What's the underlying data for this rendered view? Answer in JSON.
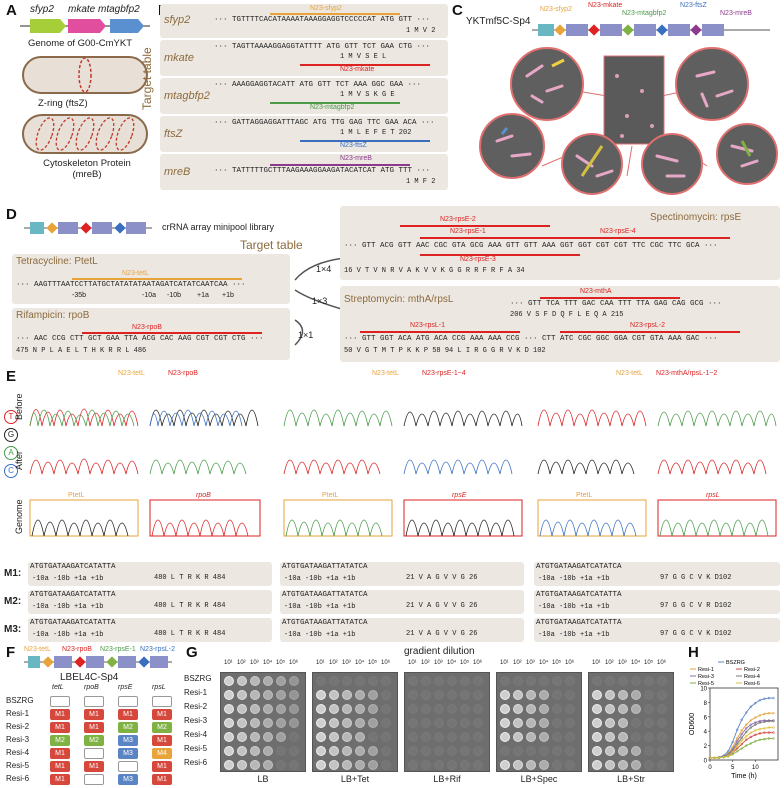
{
  "panels": {
    "A": "A",
    "B": "B",
    "C": "C",
    "D": "D",
    "E": "E",
    "F": "F",
    "G": "G",
    "H": "H"
  },
  "A": {
    "genes": [
      "sfyp2",
      "mkate",
      "mtagbfp2"
    ],
    "genome_label": "Genome of G00-CmYKT",
    "zring": "Z-ring (ftsZ)",
    "cyto": "Cytoskeleton Protein (mreB)",
    "colors": {
      "sfyp2": "#a6ce39",
      "mkate": "#e14e9d",
      "mtagbfp2": "#5a8fd0"
    }
  },
  "B": {
    "side": "Target table",
    "rows": [
      {
        "gene": "sfyp2",
        "guide": "N23-sfyp2",
        "seq": "··· TGTTTTCACATAAAATAAAGGAGGTCCCCCAT ATG GTT ···",
        "aa": "1 M  V 2"
      },
      {
        "gene": "mkate",
        "guide": "N23-mkate",
        "seq": "··· TAGTTAAAAGGAGGTATTTT ATG GTT TCT GAA CTG ···",
        "aa": "1 M  V  S  E  L"
      },
      {
        "gene": "mtagbfp2",
        "guide": "N23-mtagbfp2",
        "seq": "··· AAAGGAGGTACATT ATG GTT TCT AAA GGC GAA ···",
        "aa": "1 M  V  S  K  G  E"
      },
      {
        "gene": "ftsZ",
        "guide": "N23-ftsZ",
        "seq": "··· GATTAGGAGGATTTAGC ATG TTG GAG TTC GAA ACA ···",
        "aa": "1 M  L  E  F  E  T 202"
      },
      {
        "gene": "mreB",
        "guide": "N23-mreB",
        "seq": "··· TATTTTTGCTTTAAGAAAGGAAGATACATCAT ATG TTT ···",
        "aa": "1 M  F 2"
      }
    ]
  },
  "C": {
    "title": "YKTmf5C-Sp4",
    "guides": [
      "N23-sfyp2",
      "N23-mkate",
      "N23-mtagbfp2",
      "N23-ftsZ",
      "N23-mreB"
    ]
  },
  "D": {
    "library": "crRNA array minipool library",
    "target_table": "Target table",
    "tet": {
      "title": "Tetracycline: PtetL",
      "guide": "N23-tetL",
      "seq": "··· AAGTTTAATCCTTATGCTATATATAATAGATCATATCAATCAA ···",
      "labels": [
        "-35b",
        "-10a",
        "-10b",
        "+1a",
        "+1b"
      ]
    },
    "rif": {
      "title": "Rifampicin: rpoB",
      "guide": "N23-rpoB",
      "seq": "··· AAC CCG CTT GCT GAA TTA ACG CAC AAG CGT CGT CTG ···",
      "aa": "475 N  P  L  A  E  L  T  H  K  R  R  L 486"
    },
    "spec": {
      "title": "Spectinomycin: rpsE",
      "guides": [
        "N23-rpsE-2",
        "N23-rpsE-1",
        "N23-rpsE-4",
        "N23-rpsE-3"
      ],
      "seq": "··· GTT ACG GTT AAC CGC GTA GCG AAA GTT GTT AAA GGT GGT CGT CGT TTC CGC TTC GCA ···",
      "aa": "16 V  T  V  N  R  V  A  K  V  V  K  G  G  R  R  F  R  F  A 34"
    },
    "strep": {
      "title": "Streptomycin: mthA/rpsL",
      "guides": [
        "N23-mthA",
        "N23-rpsL-1",
        "N23-rpsL-2"
      ],
      "seq1": "··· GTT TCA TTT GAC CAA TTT TTA GAG CAG GCG ···",
      "aa1": "206 V  S  F  D  Q  F  L  E  Q  A 215",
      "seq2": "··· GTT GGT ACA ATG ACA CCG AAA AAA CCG ··· CTT ATC CGC GGC GGA CGT GTA AAA GAC ···",
      "aa2": "50 V  G  T  M  T  P  K  K  P 58   94 L  I  R  G  G  R  V  K  D 102"
    },
    "ratios": [
      "1×4",
      "1×3",
      "1×1"
    ]
  },
  "E": {
    "groups": [
      {
        "guides": [
          "N23-tetL",
          "N23-rpoB"
        ],
        "genome": [
          "PtetL",
          "rpoB"
        ]
      },
      {
        "guides": [
          "N23-tetL",
          "N23-rpsE-1~4"
        ],
        "genome": [
          "PtetL",
          "rpsE"
        ]
      },
      {
        "guides": [
          "N23-tetL",
          "N23-mthA/rpsL-1~2"
        ],
        "genome": [
          "PtetL",
          "rpsL"
        ]
      }
    ],
    "rows": [
      "Before",
      "After",
      "Genome"
    ],
    "bases": [
      "T",
      "G",
      "A",
      "C"
    ],
    "mutants": [
      {
        "name": "M1:",
        "cols": [
          "ATGTGATAAGATCATATTA",
          "480 L  T  R  K  R 484",
          "ATGTGATAAGATTATATCA",
          "21 V  A  G  V  V  G 26",
          "ATGTGATAAGATCATATCA",
          "97 G  G  C  V  K  D102"
        ]
      },
      {
        "name": "M2:",
        "cols": [
          "ATGTGATAAGATCATATTA",
          "480 L  T  R  K  R 484",
          "ATGTGATAAGATTATATCA",
          "21 V  A  G  V  V  G 26",
          "ATGTGATAAGATCATATTA",
          "97 G  G  C  V  R  D102"
        ]
      },
      {
        "name": "M3:",
        "cols": [
          "ATGTGATAAGATCATATTA",
          "480 L  T  R  K  R 484",
          "ATGTGATAAGATTATATCA",
          "21 V  A  G  V  V  G 26",
          "ATGTGATAAGATCATATTA",
          "97 G  G  C  V  K  D102"
        ]
      }
    ],
    "sublabels": "-10a   -10b   +1a   +1b"
  },
  "F": {
    "title": "LBEL4C-Sp4",
    "guides": [
      "N23-tetL",
      "N23-rpoB",
      "N23-rpsE-1",
      "N23-rpsL-2"
    ],
    "cols": [
      "tetL",
      "rpoB",
      "rpsE",
      "rpsL"
    ],
    "rows": [
      {
        "name": "BSZRG",
        "cells": [
          "",
          "",
          "",
          ""
        ]
      },
      {
        "name": "Resi-1",
        "cells": [
          "M1",
          "M1",
          "M1",
          "M1"
        ]
      },
      {
        "name": "Resi-2",
        "cells": [
          "M1",
          "M1",
          "M2",
          "M2"
        ]
      },
      {
        "name": "Resi-3",
        "cells": [
          "M2",
          "M2",
          "M3",
          "M1"
        ]
      },
      {
        "name": "Resi-4",
        "cells": [
          "M1",
          "",
          "M3",
          "M4"
        ]
      },
      {
        "name": "Resi-5",
        "cells": [
          "M1",
          "M1",
          "",
          "M1"
        ]
      },
      {
        "name": "Resi-6",
        "cells": [
          "M1",
          "",
          "M3",
          "M1"
        ]
      }
    ]
  },
  "G": {
    "header": "gradient dilution",
    "dilutions": [
      "10¹",
      "10²",
      "10³",
      "10⁴",
      "10⁵",
      "10⁶"
    ],
    "rows": [
      "BSZRG",
      "Resi-1",
      "Resi-2",
      "Resi-3",
      "Resi-4",
      "Resi-5",
      "Resi-6"
    ],
    "plates": [
      "LB",
      "LB+Tet",
      "LB+Rif",
      "LB+Spec",
      "LB+Str"
    ]
  },
  "chart_data": {
    "type": "line",
    "xlabel": "Time (h)",
    "ylabel": "OD600",
    "xlim": [
      0,
      15
    ],
    "ylim": [
      0,
      10
    ],
    "xticks": [
      0,
      5,
      10
    ],
    "yticks": [
      0,
      2,
      4,
      6,
      8,
      10
    ],
    "x": [
      0,
      1,
      2,
      3,
      4,
      5,
      6,
      7,
      8,
      9,
      10,
      11,
      12,
      13,
      14
    ],
    "series": [
      {
        "name": "BSZRG",
        "color": "#5b84c4",
        "values": [
          0.3,
          0.3,
          0.4,
          0.6,
          1.2,
          2.5,
          4.2,
          5.6,
          6.6,
          7.4,
          7.9,
          8.3,
          8.5,
          8.6,
          8.6
        ]
      },
      {
        "name": "Resi-1",
        "color": "#e8a33a",
        "values": [
          0.3,
          0.3,
          0.3,
          0.5,
          0.9,
          1.8,
          3.0,
          4.1,
          4.9,
          5.5,
          5.9,
          6.2,
          6.4,
          6.5,
          6.5
        ]
      },
      {
        "name": "Resi-2",
        "color": "#d6473c",
        "values": [
          0.3,
          0.3,
          0.3,
          0.4,
          0.6,
          1.0,
          1.6,
          2.2,
          2.8,
          3.2,
          3.5,
          3.7,
          3.8,
          3.8,
          3.8
        ]
      },
      {
        "name": "Resi-3",
        "color": "#8c6bb1",
        "values": [
          0.3,
          0.3,
          0.3,
          0.5,
          0.8,
          1.5,
          2.6,
          3.6,
          4.4,
          4.9,
          5.2,
          5.4,
          5.5,
          5.5,
          5.5
        ]
      },
      {
        "name": "Resi-4",
        "color": "#777777",
        "values": [
          0.3,
          0.3,
          0.3,
          0.4,
          0.7,
          1.3,
          2.2,
          3.1,
          3.9,
          4.5,
          4.9,
          5.2,
          5.3,
          5.4,
          5.4
        ]
      },
      {
        "name": "Resi-5",
        "color": "#7fb243",
        "values": [
          0.3,
          0.3,
          0.3,
          0.4,
          0.5,
          0.8,
          1.2,
          1.6,
          2.0,
          2.3,
          2.6,
          2.8,
          2.9,
          3.0,
          3.0
        ]
      },
      {
        "name": "Resi-6",
        "color": "#e0c23a",
        "values": [
          0.3,
          0.3,
          0.3,
          0.4,
          0.6,
          1.1,
          1.9,
          2.7,
          3.3,
          3.8,
          4.1,
          4.3,
          4.4,
          4.5,
          4.5
        ]
      }
    ]
  }
}
